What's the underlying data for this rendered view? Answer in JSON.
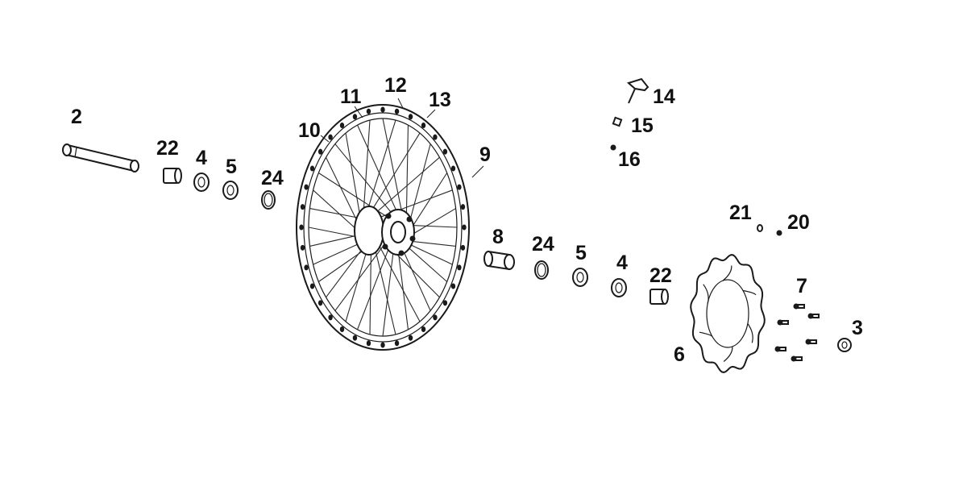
{
  "diagram": {
    "callouts": [
      {
        "id": "2",
        "text": "2"
      },
      {
        "id": "22a",
        "text": "22"
      },
      {
        "id": "4a",
        "text": "4"
      },
      {
        "id": "5a",
        "text": "5"
      },
      {
        "id": "24a",
        "text": "24"
      },
      {
        "id": "10",
        "text": "10"
      },
      {
        "id": "11",
        "text": "11"
      },
      {
        "id": "12",
        "text": "12"
      },
      {
        "id": "13",
        "text": "13"
      },
      {
        "id": "9",
        "text": "9"
      },
      {
        "id": "14",
        "text": "14"
      },
      {
        "id": "15",
        "text": "15"
      },
      {
        "id": "16",
        "text": "16"
      },
      {
        "id": "8",
        "text": "8"
      },
      {
        "id": "24b",
        "text": "24"
      },
      {
        "id": "5b",
        "text": "5"
      },
      {
        "id": "4b",
        "text": "4"
      },
      {
        "id": "22b",
        "text": "22"
      },
      {
        "id": "21",
        "text": "21"
      },
      {
        "id": "20",
        "text": "20"
      },
      {
        "id": "7",
        "text": "7"
      },
      {
        "id": "3",
        "text": "3"
      },
      {
        "id": "6",
        "text": "6"
      }
    ]
  }
}
